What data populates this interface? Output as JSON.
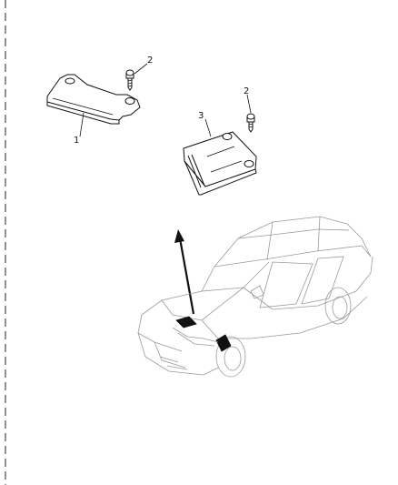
{
  "diagram": {
    "callouts": {
      "part_1": "1",
      "part_2_left": "2",
      "part_2_right": "2",
      "part_3": "3"
    },
    "parts": [
      {
        "id": "1",
        "icon": "splash-shield-icon"
      },
      {
        "id": "2",
        "icon": "screw-icon"
      },
      {
        "id": "3",
        "icon": "cover-panel-icon"
      }
    ],
    "vehicle_icon": "sedan-car-icon",
    "colors": {
      "line": "#111111",
      "vehicle": "#9a9a9a"
    }
  }
}
